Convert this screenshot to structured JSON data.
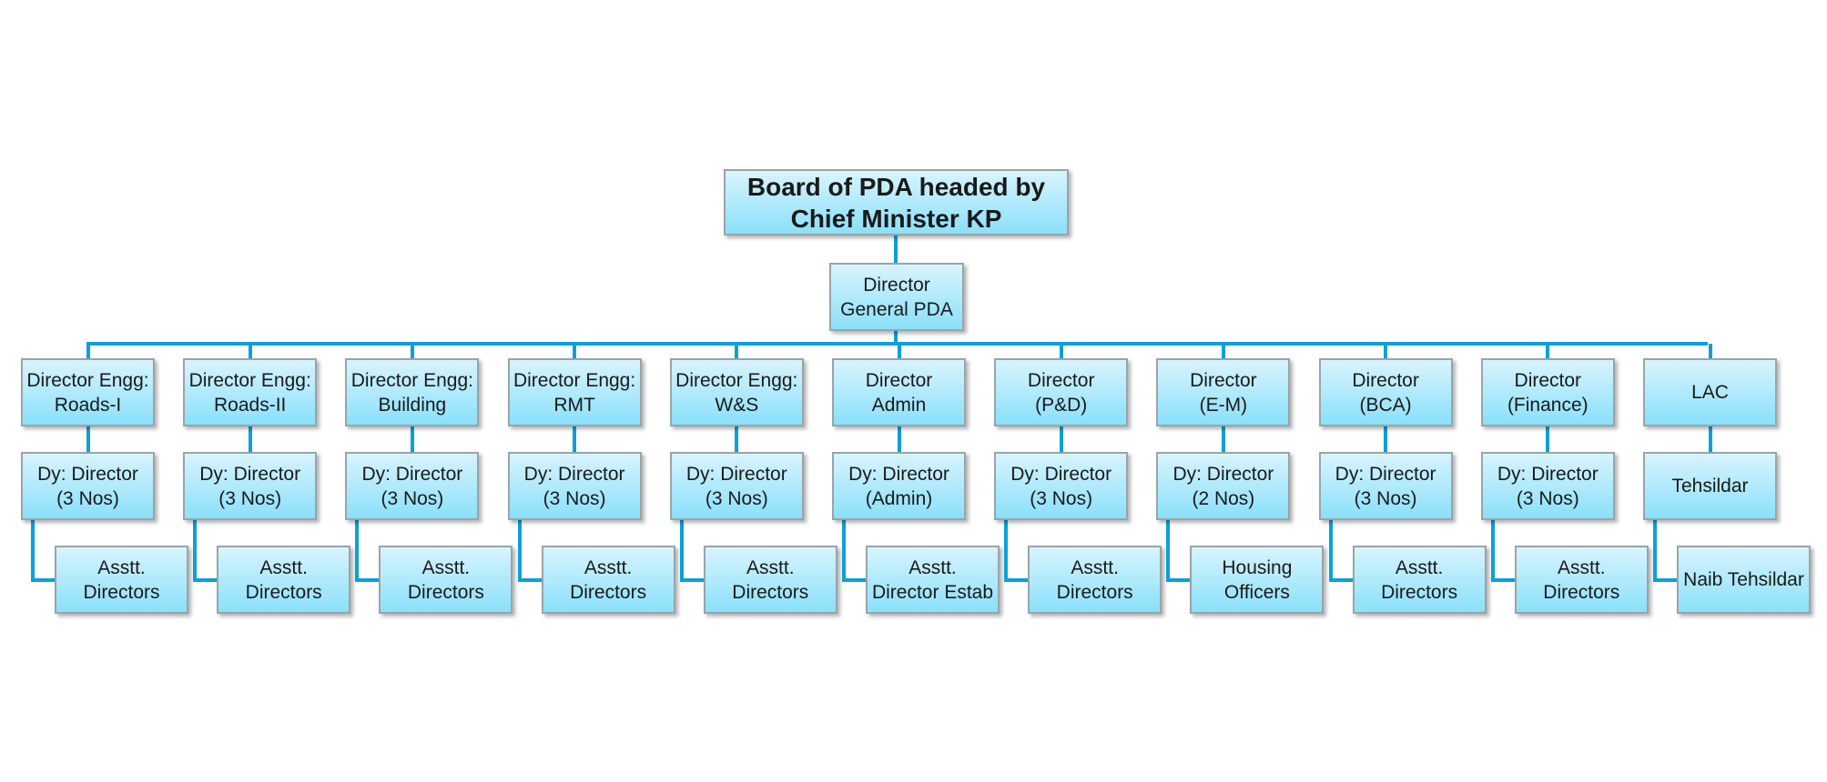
{
  "root": {
    "line1": "Board of PDA headed by",
    "line2": "Chief Minister KP"
  },
  "dg": {
    "line1": "Director",
    "line2": "General PDA"
  },
  "columns": [
    {
      "director": [
        "Director Engg:",
        "Roads-I"
      ],
      "deputy": [
        "Dy: Director",
        "(3 Nos)"
      ],
      "assistant": [
        "Asstt.",
        "Directors"
      ]
    },
    {
      "director": [
        "Director Engg:",
        "Roads-II"
      ],
      "deputy": [
        "Dy: Director",
        "(3 Nos)"
      ],
      "assistant": [
        "Asstt.",
        "Directors"
      ]
    },
    {
      "director": [
        "Director Engg:",
        "Building"
      ],
      "deputy": [
        "Dy: Director",
        "(3 Nos)"
      ],
      "assistant": [
        "Asstt.",
        "Directors"
      ]
    },
    {
      "director": [
        "Director Engg:",
        "RMT"
      ],
      "deputy": [
        "Dy: Director",
        "(3 Nos)"
      ],
      "assistant": [
        "Asstt.",
        "Directors"
      ]
    },
    {
      "director": [
        "Director Engg:",
        "W&S"
      ],
      "deputy": [
        "Dy: Director",
        "(3 Nos)"
      ],
      "assistant": [
        "Asstt.",
        "Directors"
      ]
    },
    {
      "director": [
        "Director",
        "Admin"
      ],
      "deputy": [
        "Dy: Director",
        "(Admin)"
      ],
      "assistant": [
        "Asstt.",
        "Director Estab"
      ]
    },
    {
      "director": [
        "Director",
        "(P&D)"
      ],
      "deputy": [
        "Dy: Director",
        "(3 Nos)"
      ],
      "assistant": [
        "Asstt.",
        "Directors"
      ]
    },
    {
      "director": [
        "Director",
        "(E-M)"
      ],
      "deputy": [
        "Dy: Director",
        "(2 Nos)"
      ],
      "assistant": [
        "Housing",
        "Officers"
      ]
    },
    {
      "director": [
        "Director",
        "(BCA)"
      ],
      "deputy": [
        "Dy: Director",
        "(3 Nos)"
      ],
      "assistant": [
        "Asstt.",
        "Directors"
      ]
    },
    {
      "director": [
        "Director",
        "(Finance)"
      ],
      "deputy": [
        "Dy: Director",
        "(3 Nos)"
      ],
      "assistant": [
        "Asstt.",
        "Directors"
      ]
    },
    {
      "director": [
        "LAC"
      ],
      "deputy": [
        "Tehsildar"
      ],
      "assistant": [
        "Naib Tehsildar"
      ]
    }
  ]
}
